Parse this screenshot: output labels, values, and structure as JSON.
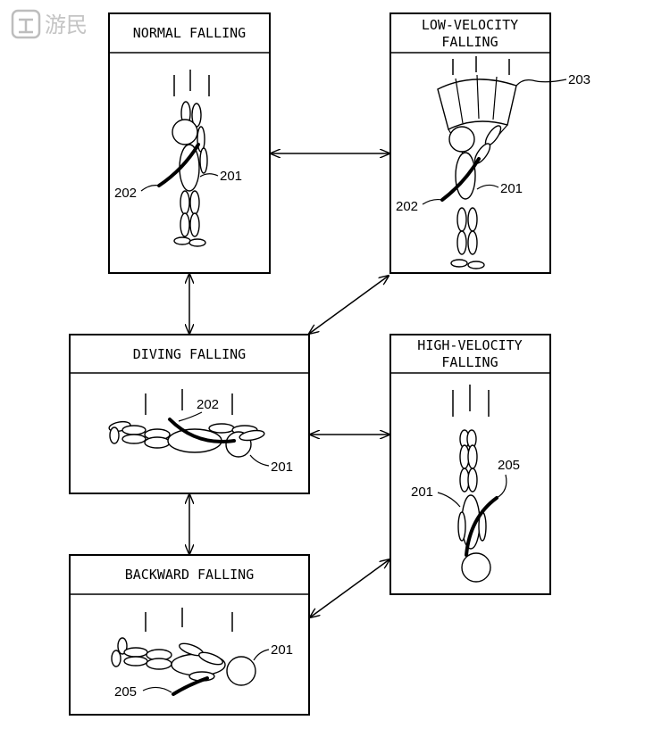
{
  "watermark": {
    "text": "游民"
  },
  "panels": {
    "normal": {
      "title": "NORMAL FALLING",
      "refs": {
        "body": "201",
        "belt": "202"
      }
    },
    "low": {
      "title_line1": "LOW-VELOCITY",
      "title_line2": "FALLING",
      "refs": {
        "parachute": "203",
        "body": "201",
        "belt": "202"
      }
    },
    "diving": {
      "title": "DIVING FALLING",
      "refs": {
        "belt": "202",
        "body": "201"
      }
    },
    "high": {
      "title_line1": "HIGH-VELOCITY",
      "title_line2": "FALLING",
      "refs": {
        "body": "201",
        "belt": "205"
      }
    },
    "backward": {
      "title": "BACKWARD FALLING",
      "refs": {
        "body": "201",
        "belt": "205"
      }
    }
  },
  "transitions": [
    [
      "normal",
      "low"
    ],
    [
      "normal",
      "diving"
    ],
    [
      "low",
      "diving"
    ],
    [
      "diving",
      "high"
    ],
    [
      "diving",
      "backward"
    ],
    [
      "high",
      "backward"
    ]
  ]
}
